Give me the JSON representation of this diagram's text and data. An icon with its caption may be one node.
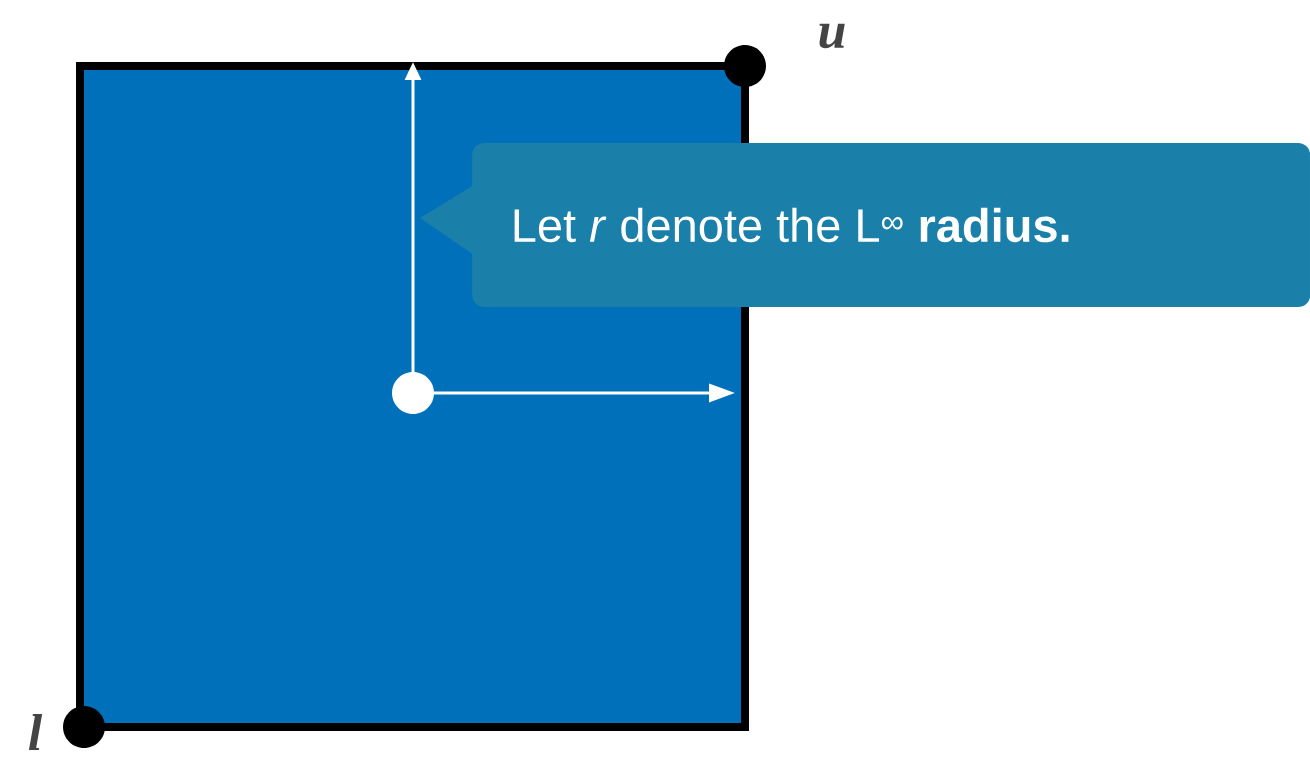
{
  "diagram": {
    "nodes": [
      {
        "text": [],
        "shape": "box"
      },
      {
        "text": [],
        "shape": "circle",
        "beside": [
          "u"
        ]
      },
      {
        "text": [],
        "shape": "circle",
        "beside": [
          "l"
        ]
      },
      {
        "text": [],
        "shape": "circle",
        "in": 0
      },
      {
        "text": [
          "Let *r* denote the L$^{∞}$ **radius.**"
        ]
      }
    ]
  }
}
